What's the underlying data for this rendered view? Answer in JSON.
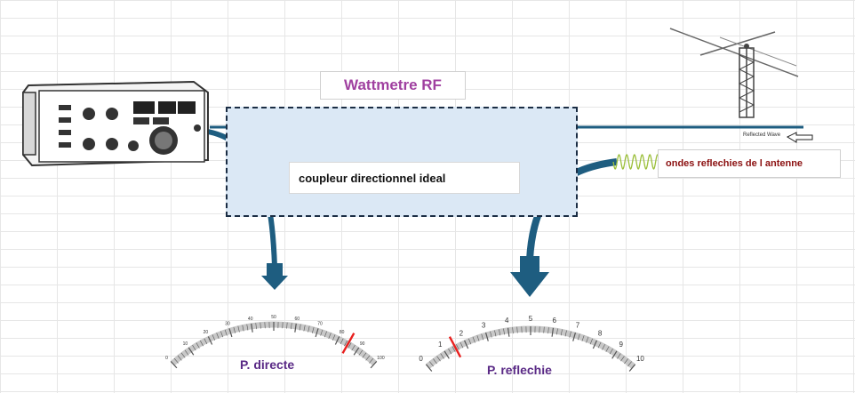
{
  "diagram": {
    "title": "Wattmetre RF",
    "coupler_label": "coupleur directionnel ideal",
    "reflected_waves_label": "ondes reflechies de l antenne",
    "reflected_wave_caption": "Reflected Wave"
  },
  "meters": {
    "direct": {
      "label": "P. directe",
      "ticks": [
        "0",
        "10",
        "20",
        "30",
        "40",
        "50",
        "60",
        "70",
        "80",
        "90",
        "100"
      ],
      "needle_value": 85
    },
    "reflected": {
      "label": "P. reflechie",
      "ticks": [
        "0",
        "1",
        "2",
        "3",
        "4",
        "5",
        "6",
        "7",
        "8",
        "9",
        "10"
      ],
      "needle_value": 1.5
    }
  },
  "colors": {
    "arrow": "#1e5d80",
    "coupler_fill": "#dbe8f5",
    "needle": "#e8201e",
    "title": "#a040a0",
    "meter_label": "#5a2a86",
    "reflected_label": "#8b1010",
    "wave": "#9bbf3a"
  },
  "icons": {
    "transceiver": "radio-transceiver-icon",
    "antenna": "yagi-antenna-icon"
  }
}
